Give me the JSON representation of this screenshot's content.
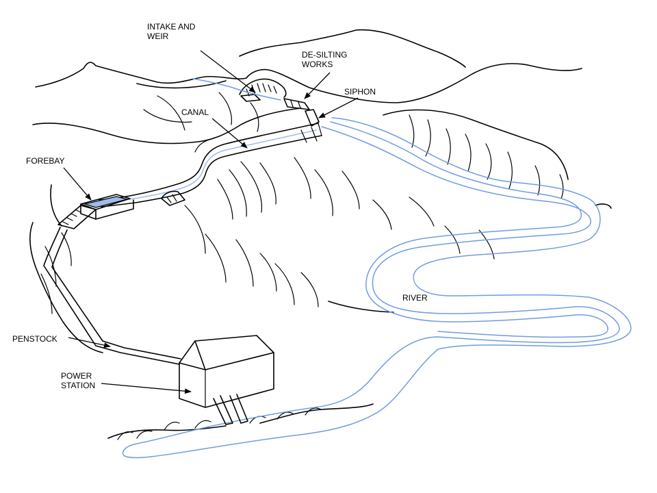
{
  "labels": {
    "intake_line1": "INTAKE AND",
    "intake_line2": "WEIR",
    "desilting_line1": "DE-SILTING",
    "desilting_line2": "WORKS",
    "siphon": "SIPHON",
    "canal": "CANAL",
    "forebay": "FOREBAY",
    "river": "RIVER",
    "penstock": "PENSTOCK",
    "station_line1": "POWER",
    "station_line2": "STATION"
  },
  "colors": {
    "ink": "#000000",
    "water_line": "#6f9be0",
    "water_fill": "#9fbbec",
    "background": "#ffffff"
  }
}
